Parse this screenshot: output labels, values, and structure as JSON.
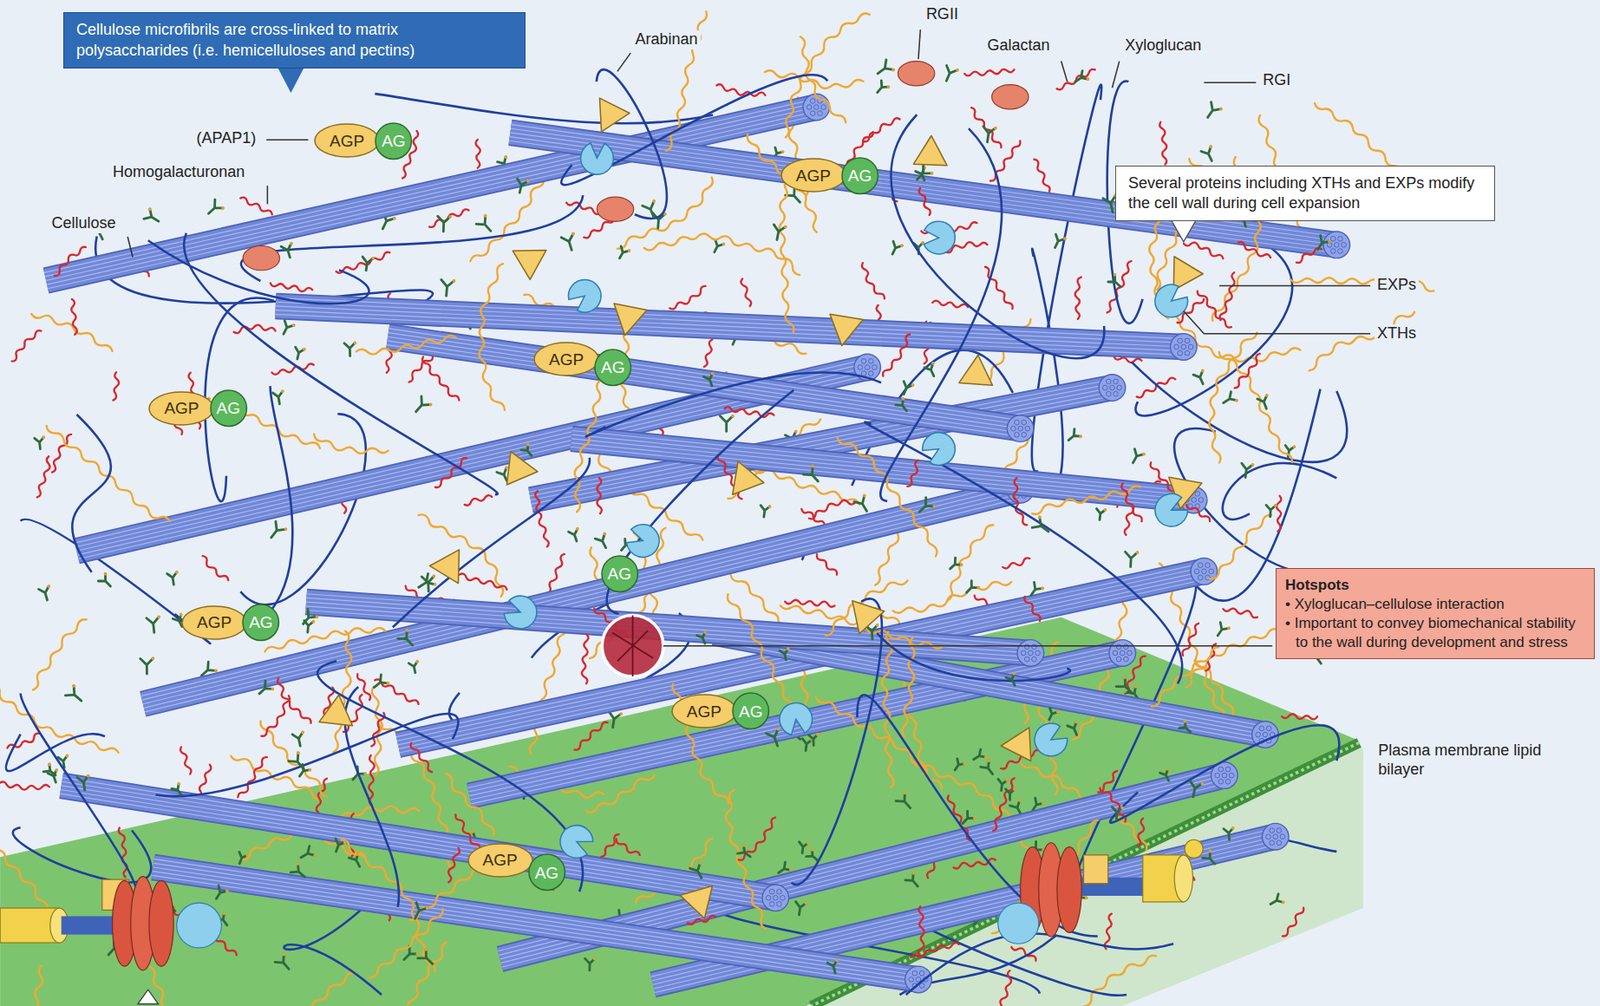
{
  "diagram": {
    "nodes": [
      {
        "text": [
          "Cellulose microfibrils are cross-linked to matrix polysaccharides (i.e. hemicelluloses and pectins)"
        ]
      },
      {
        "text": [
          "AGP"
        ]
      },
      {
        "text": [
          "AG"
        ]
      },
      {
        "text": [
          "AGP"
        ]
      },
      {
        "text": [
          "AG"
        ]
      },
      {
        "text": [
          "Several proteins including XTHs and EXPs modify the cell wall during cell expansion"
        ]
      },
      {
        "text": [
          "AGP"
        ]
      },
      {
        "text": [
          "AG"
        ]
      },
      {
        "text": [
          "AGP"
        ]
      },
      {
        "text": [
          "AG"
        ]
      },
      {
        "text": [
          "AG"
        ]
      },
      {
        "text": [
          "Hotspots",
          "• Xyloglucan–cellulose interaction",
          "• Important to convey biomechanical stability to the wall during development and stress"
        ]
      },
      {
        "text": [
          "AGP"
        ]
      },
      {
        "text": [
          "AG"
        ]
      },
      {
        "text": [
          "AGP"
        ]
      },
      {
        "text": [
          "AG"
        ]
      },
      {
        "text": [
          "AGP"
        ]
      },
      {
        "text": [
          "AG"
        ]
      }
    ],
    "labels": [
      "Arabinan",
      "RGII",
      "Galactan",
      "Xyloglucan",
      "RGI",
      "(APAP1)",
      "Homogalacturonan",
      "Cellulose",
      "EXPs",
      "XTHs",
      "Plasma membrane lipid bilayer"
    ]
  }
}
